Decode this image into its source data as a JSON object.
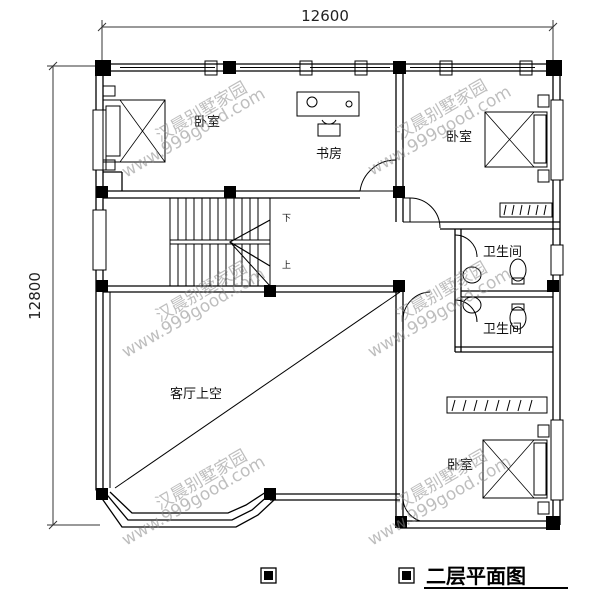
{
  "dimensions": {
    "width_label": "12600",
    "height_label": "12800"
  },
  "rooms": {
    "bedroom_nw": "卧室",
    "study": "书房",
    "bedroom_ne": "卧室",
    "bath_1": "卫生间",
    "bath_2": "卫生间",
    "living_void": "客厅上空",
    "bedroom_se": "卧室"
  },
  "stairs": {
    "down": "下",
    "up": "上"
  },
  "watermark": {
    "text_cn": "汉晨别墅家园",
    "text_url": "www.999good.com"
  },
  "title": "二层平面图"
}
